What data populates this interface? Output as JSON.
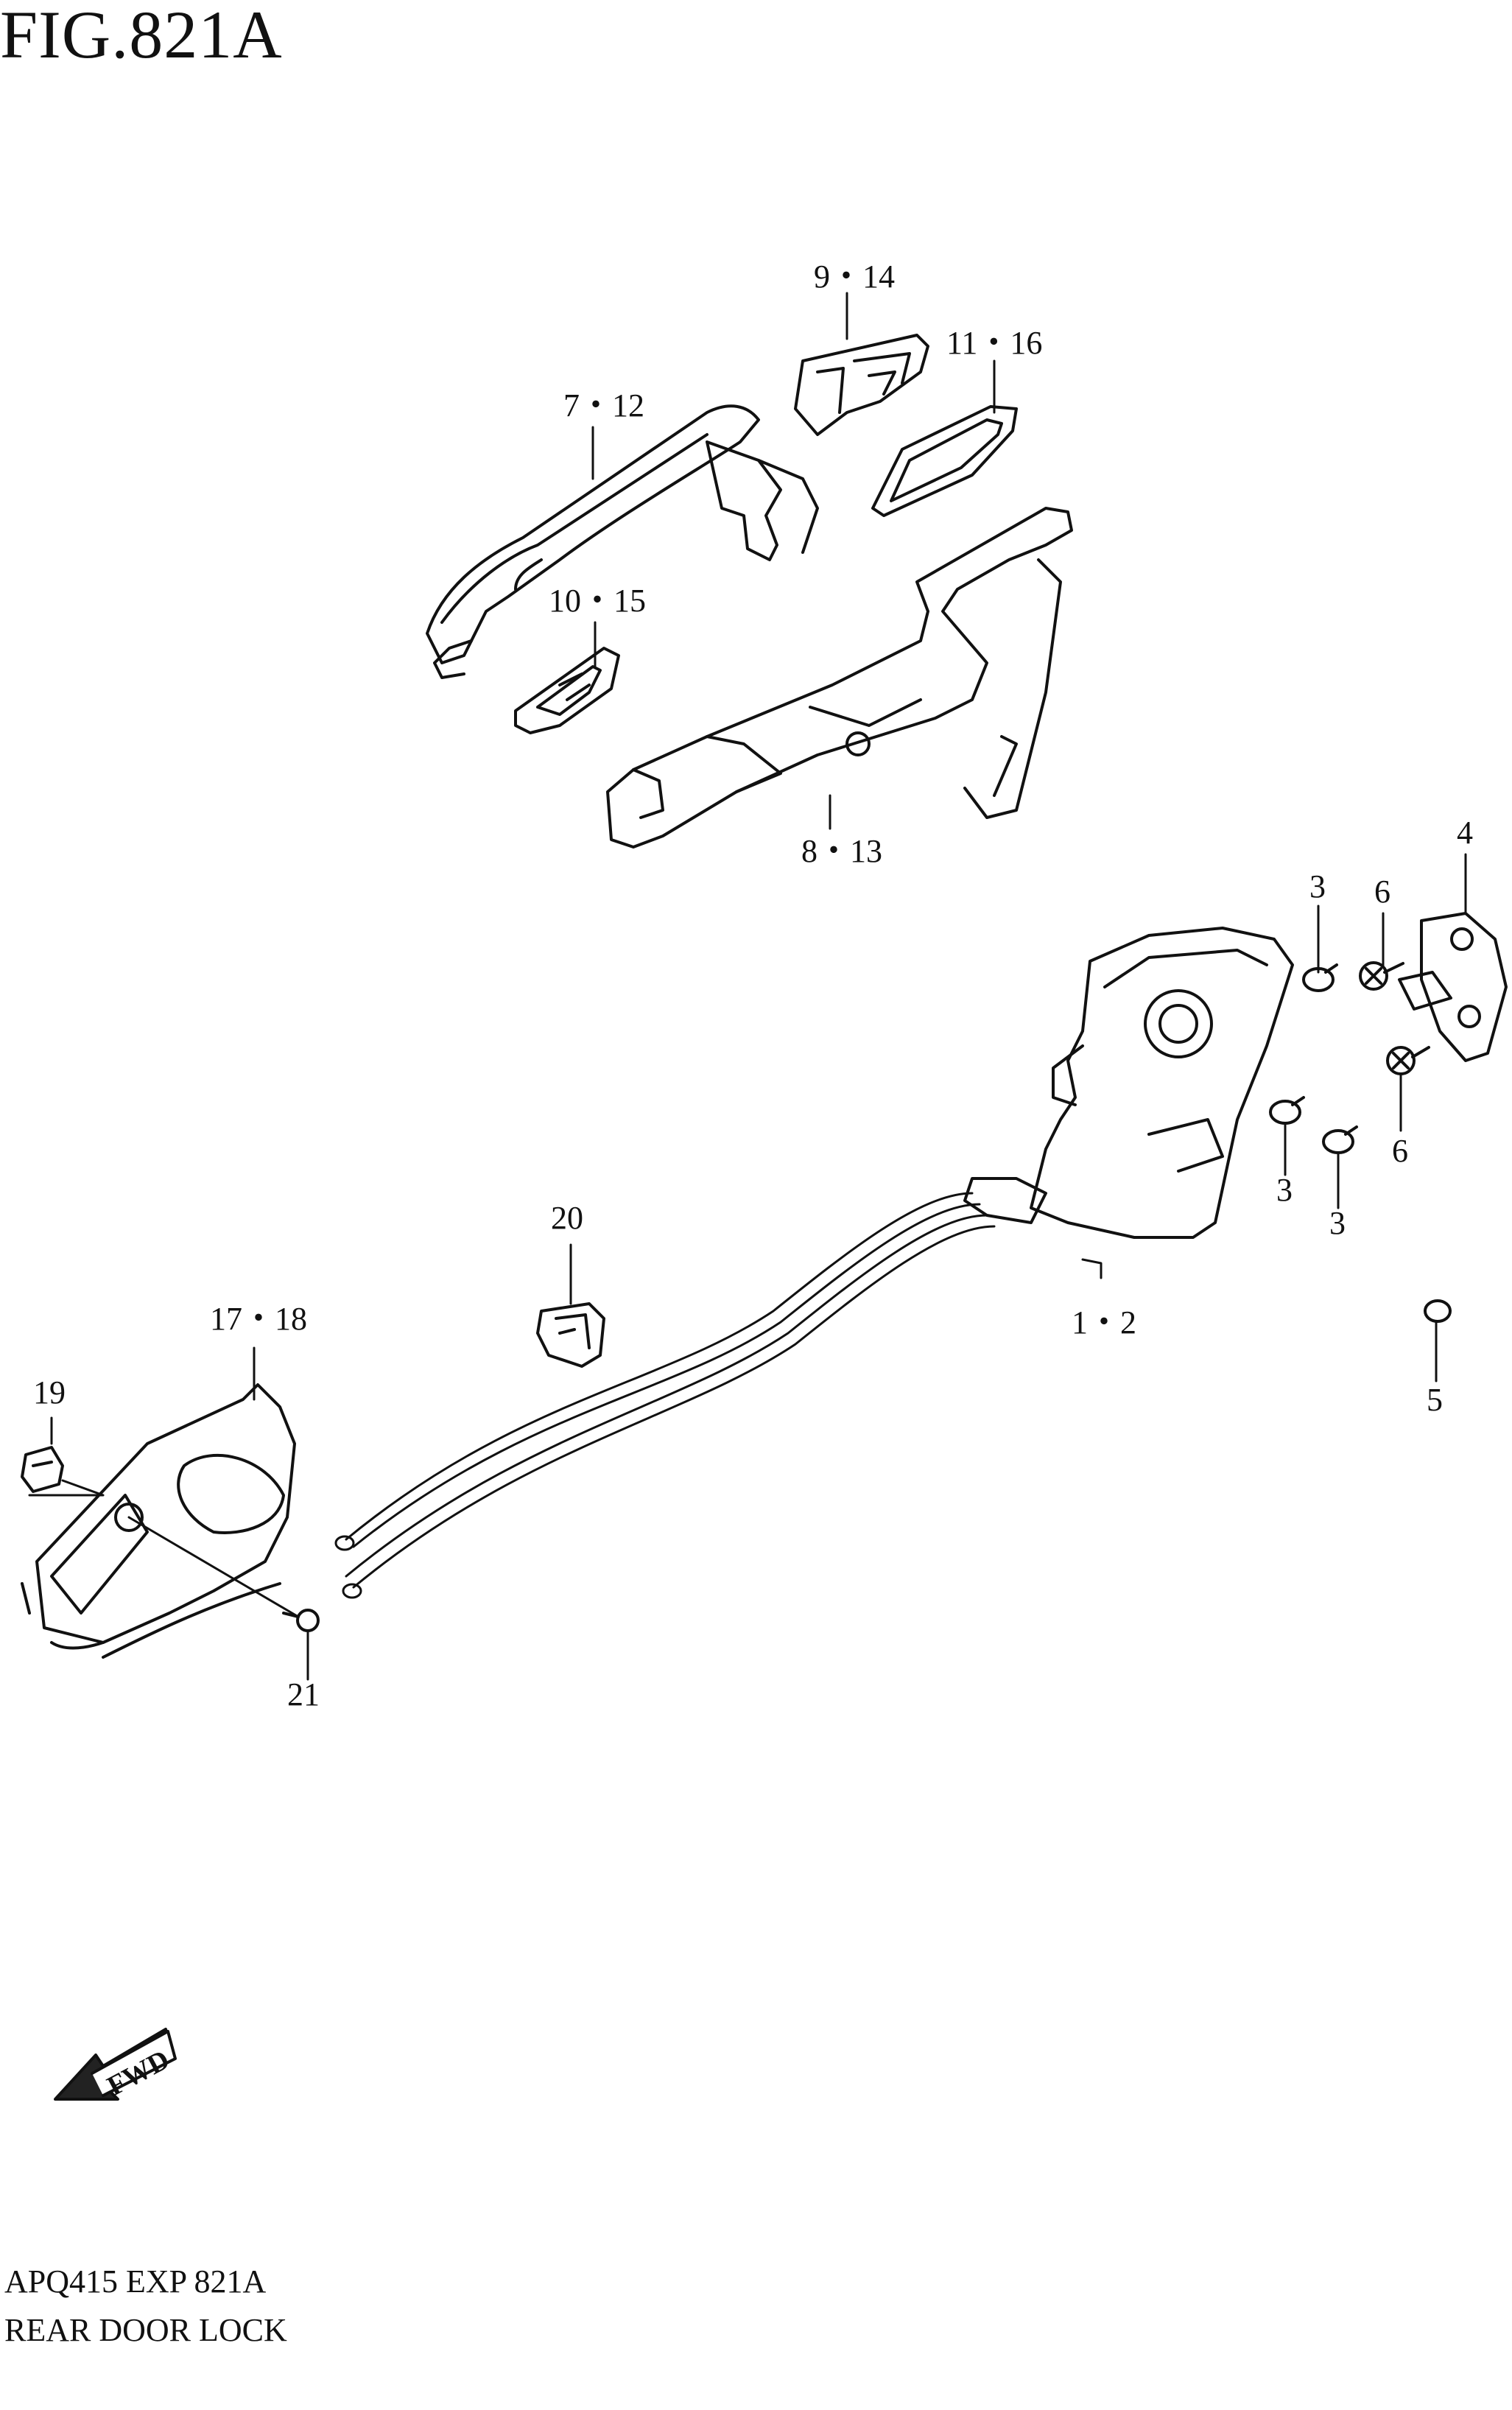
{
  "figure": {
    "title": "FIG.821A",
    "code": "APQ415 EXP 821A",
    "name": "REAR DOOR LOCK"
  },
  "callouts": [
    {
      "id": "c-9-14",
      "label": "9・14"
    },
    {
      "id": "c-11-16",
      "label": "11・16"
    },
    {
      "id": "c-7-12",
      "label": "7・12"
    },
    {
      "id": "c-10-15",
      "label": "10・15"
    },
    {
      "id": "c-8-13",
      "label": "8・13"
    },
    {
      "id": "c-4",
      "label": "4"
    },
    {
      "id": "c-3a",
      "label": "3"
    },
    {
      "id": "c-6a",
      "label": "6"
    },
    {
      "id": "c-3b",
      "label": "3"
    },
    {
      "id": "c-6b",
      "label": "6"
    },
    {
      "id": "c-3c",
      "label": "3"
    },
    {
      "id": "c-20",
      "label": "20"
    },
    {
      "id": "c-1-2",
      "label": "1・2"
    },
    {
      "id": "c-17-18",
      "label": "17・18"
    },
    {
      "id": "c-19",
      "label": "19"
    },
    {
      "id": "c-5",
      "label": "5"
    },
    {
      "id": "c-21",
      "label": "21"
    }
  ],
  "fwd_label": "FWD"
}
